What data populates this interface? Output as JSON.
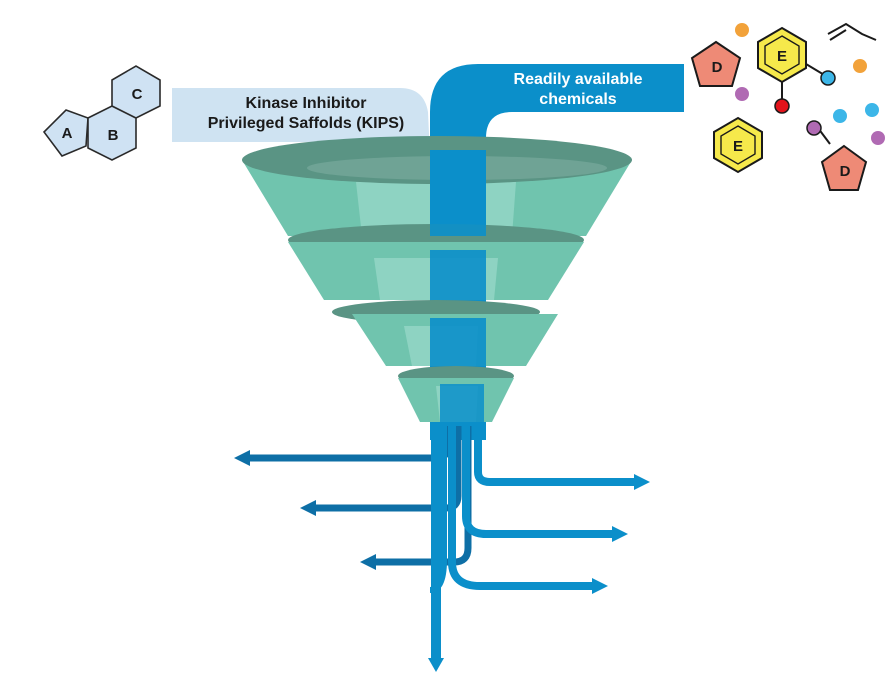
{
  "labels": {
    "kips": [
      "Kinase Inhibitor",
      "Privileged Saffolds (KIPS)"
    ],
    "chemicals": [
      "Readily available",
      "chemicals"
    ]
  },
  "kips_rings": [
    "A",
    "B",
    "C"
  ],
  "chem_rings": [
    "D",
    "E",
    "E",
    "D"
  ],
  "colors": {
    "funnel_dark": "#5a9484",
    "funnel_mid": "#70c4ae",
    "funnel_light": "#8ed3c2",
    "stream_blue": "#0b8fca",
    "stream_dark": "#0e6fa6",
    "kips_band": "#cfe3f2",
    "ring_blue_fill": "#cfe2f3",
    "ring_yellow_fill": "#f6e94b",
    "ring_red_fill": "#ee8a76",
    "dot_orange": "#f2a23a",
    "dot_purple": "#b06ab3",
    "dot_cyan": "#3cb6e8",
    "dot_red": "#e3131b"
  }
}
